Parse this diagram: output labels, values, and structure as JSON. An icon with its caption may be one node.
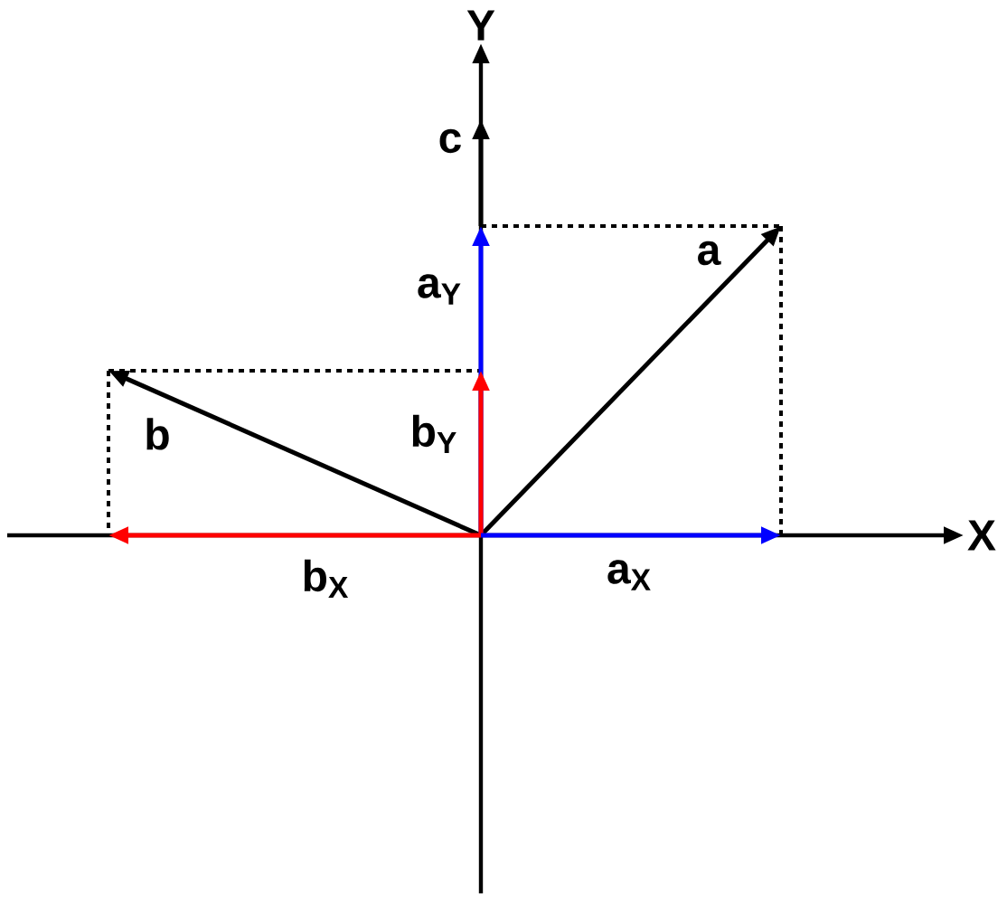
{
  "diagram": {
    "labels": [
      "Y",
      "c",
      "a",
      "a$_{Y}$",
      "b",
      "b$_{Y}$",
      "X",
      "b$_{X}$",
      "a$_{X}$"
    ]
  }
}
